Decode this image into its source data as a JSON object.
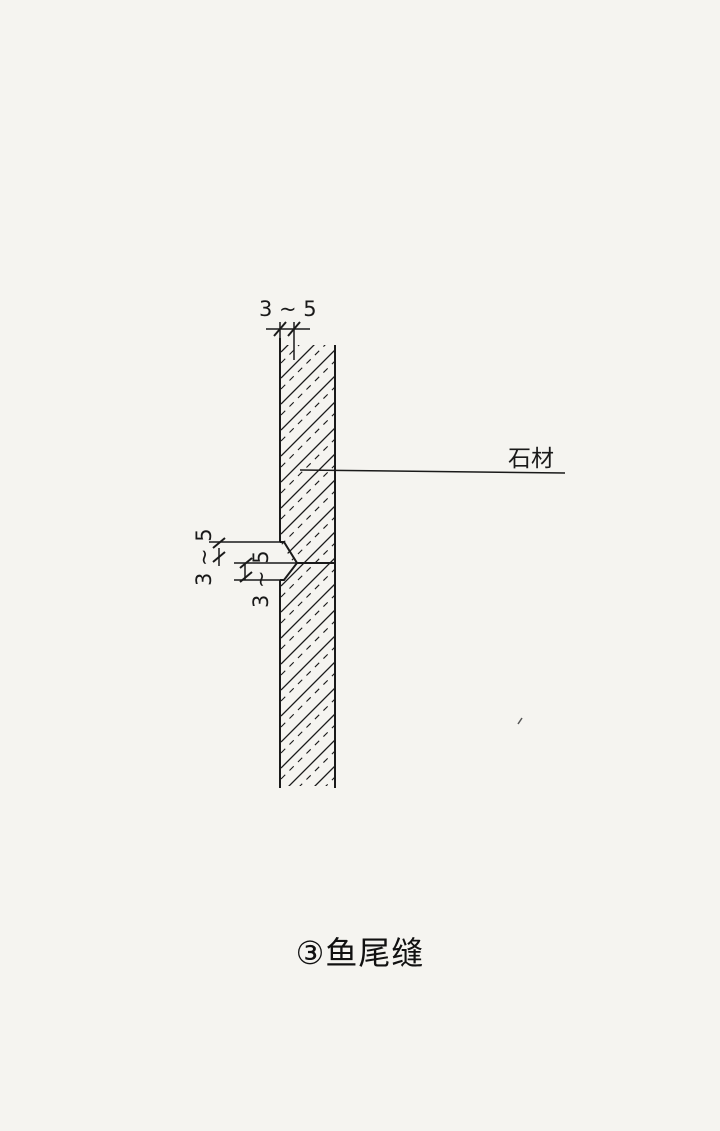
{
  "diagram": {
    "top_dimension": "3 ~ 5",
    "material_label": "石材",
    "joint_dimensions": {
      "outer_left": "3 ~ 5",
      "inner_right": "3 ~ 5"
    },
    "caption": "③鱼尾缝",
    "colors": {
      "background": "#f5f4f0",
      "line": "#1a1a1a"
    }
  }
}
